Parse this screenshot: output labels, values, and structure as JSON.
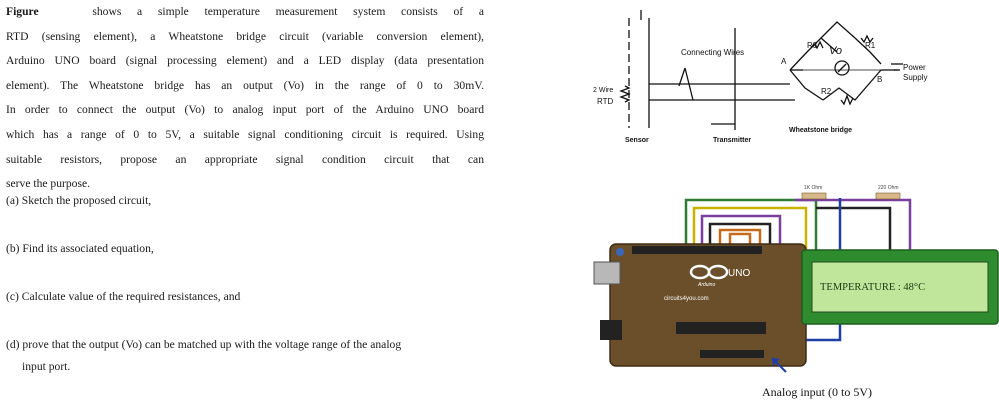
{
  "question": {
    "line1_a": "Figure",
    "line1_b": "shows a simple temperature measurement system consists of a",
    "line2": "RTD (sensing element), a Wheatstone bridge circuit (variable conversion element),",
    "line3": "Arduino UNO board (signal processing element) and a LED display (data presentation",
    "line4": "element). The Wheatstone bridge has an output (Vo) in the range of 0 to 30mV.",
    "line5": "In order to connect the output (Vo) to analog input port of the Arduino UNO board",
    "line6": "which has a range of 0 to 5V, a suitable signal conditioning circuit is required. Using",
    "line7": "suitable resistors, propose an appropriate signal condition circuit that can",
    "line8": "serve the purpose.",
    "part_a": "(a) Sketch the proposed circuit,",
    "part_b": "(b) Find its associated equation,",
    "part_c": "(c) Calculate value of the required resistances, and",
    "part_d1": "(d) prove that the output (Vo) can be matched up with the voltage range of the analog",
    "part_d2": "input port."
  },
  "bridge_diagram": {
    "connecting_wires": "Connecting Wires",
    "rtd_label_1": "2 Wire",
    "rtd_label_2": "RTD",
    "sensor": "Sensor",
    "transmitter": "Transmitter",
    "wheatstone": "Wheatstone bridge",
    "r1": "R1",
    "r2": "R2",
    "r3": "R3",
    "vo": "Vo",
    "node_a": "A",
    "node_b": "B",
    "power_supply_1": "Power",
    "power_supply_2": "Supply"
  },
  "arduino_diagram": {
    "board_logo": "UNO",
    "arduino_text": "Arduino",
    "site": "circuits4you.com",
    "r_left": "1K Ohm",
    "r_right": "220 Ohm",
    "lcd_text": "TEMPERATURE : 48°C",
    "caption": "Analog input (0 to 5V)"
  }
}
